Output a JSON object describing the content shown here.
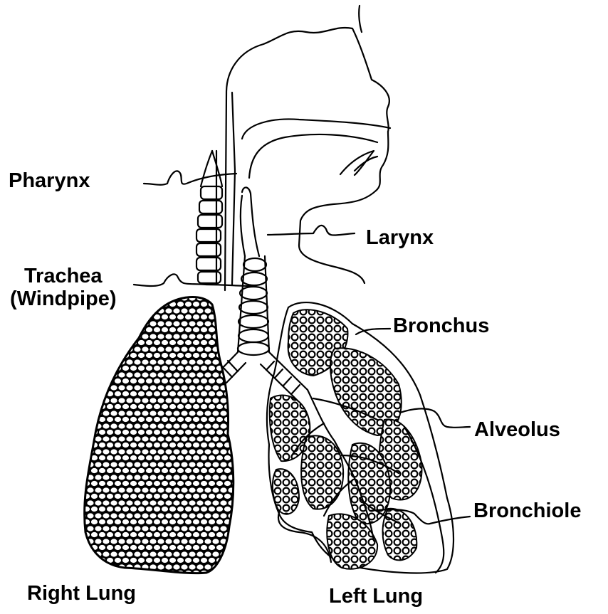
{
  "labels": {
    "pharynx": "Pharynx",
    "larynx": "Larynx",
    "trachea_line1": "Trachea",
    "trachea_line2": "(Windpipe)",
    "bronchus": "Bronchus",
    "alveolus": "Alveolus",
    "bronchiole": "Bronchiole",
    "right_lung": "Right Lung",
    "left_lung": "Left Lung"
  },
  "colors": {
    "ink": "#000000",
    "background": "#ffffff"
  }
}
